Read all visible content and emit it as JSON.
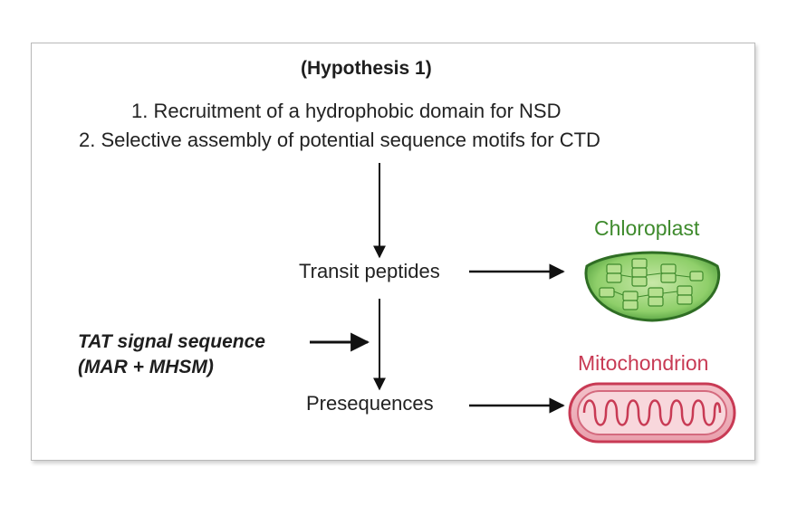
{
  "hypothesis_title": "(Hypothesis 1)",
  "steps": [
    "1. Recruitment of a hydrophobic domain for NSD",
    "2. Selective assembly of potential sequence motifs for CTD"
  ],
  "nodes": {
    "transit_peptides": "Transit peptides",
    "presequences": "Presequences",
    "tat_line1": "TAT signal sequence",
    "tat_line2": "(MAR + MHSM)"
  },
  "organelles": {
    "chloroplast": "Chloroplast",
    "mitochondrion": "Mitochondrion"
  },
  "colors": {
    "chloroplast": "#3e8a2c",
    "mitochondrion": "#c83a54",
    "arrow": "#111111"
  }
}
